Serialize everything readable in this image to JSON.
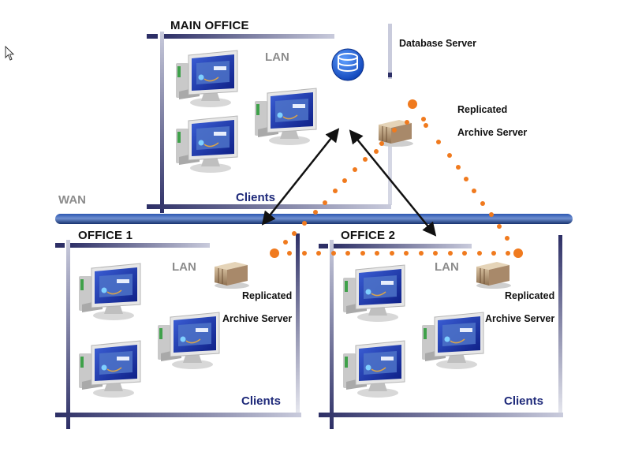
{
  "diagram": {
    "wan_label": "WAN",
    "main_office": {
      "title": "MAIN OFFICE",
      "lan_label": "LAN",
      "clients_label": "Clients",
      "database_server_label": "Database Server",
      "archive_server_label_line1": "Replicated",
      "archive_server_label_line2": "Archive Server",
      "client_count": 3
    },
    "office1": {
      "title": "OFFICE 1",
      "lan_label": "LAN",
      "clients_label": "Clients",
      "archive_server_label_line1": "Replicated",
      "archive_server_label_line2": "Archive Server",
      "client_count": 3
    },
    "office2": {
      "title": "OFFICE 2",
      "lan_label": "LAN",
      "clients_label": "Clients",
      "archive_server_label_line1": "Replicated",
      "archive_server_label_line2": "Archive Server",
      "client_count": 3
    },
    "connections": [
      {
        "from": "main_office_database_server",
        "to": "office1_archive_server",
        "type": "bidirectional-arrow"
      },
      {
        "from": "main_office_database_server",
        "to": "office2_archive_server",
        "type": "bidirectional-arrow"
      },
      {
        "from": "main_office_archive_server",
        "to": "office1_archive_server",
        "type": "replication-dotted"
      },
      {
        "from": "main_office_archive_server",
        "to": "office2_archive_server",
        "type": "replication-dotted"
      },
      {
        "from": "office1_archive_server",
        "to": "office2_archive_server",
        "type": "replication-dotted"
      }
    ],
    "colors": {
      "wan_bus": "#1e3f8f",
      "frame": "#2d2f66",
      "replication": "#f07a1e",
      "arrow": "#111111",
      "clients_text": "#1f2a7a",
      "lan_text": "#8c8c8c"
    }
  }
}
